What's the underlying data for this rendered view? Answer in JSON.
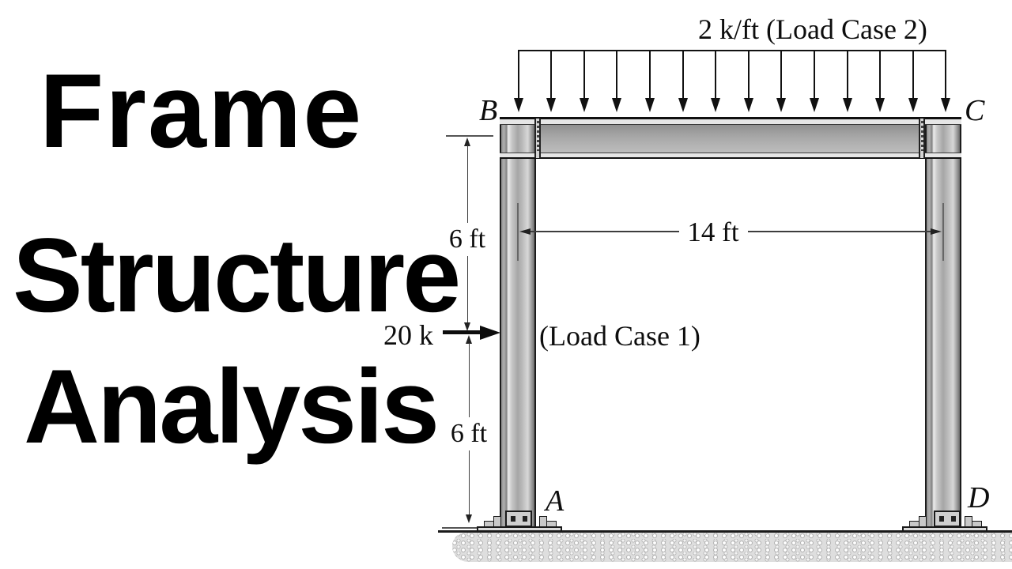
{
  "title": {
    "line1": "Frame",
    "line2": "Structure",
    "line3": "Analysis"
  },
  "diagram": {
    "distributed_load": {
      "label": "2 k/ft (Load Case 2)",
      "arrow_count": 14
    },
    "lateral_load": {
      "magnitude": "20 k",
      "case_label": "(Load Case 1)"
    },
    "dimensions": {
      "beam_span": "14 ft",
      "upper_column": "6 ft",
      "lower_column": "6 ft"
    },
    "joints": {
      "top_left": "B",
      "top_right": "C",
      "base_left": "A",
      "base_right": "D"
    },
    "colors": {
      "line_color": "#1a1a1a",
      "steel_light": "#e6e6e6",
      "steel_mid": "#a6a6a6",
      "steel_dark": "#6c6c6c",
      "ground_fill": "#dedede",
      "background": "#ffffff",
      "text": "#000000"
    }
  }
}
